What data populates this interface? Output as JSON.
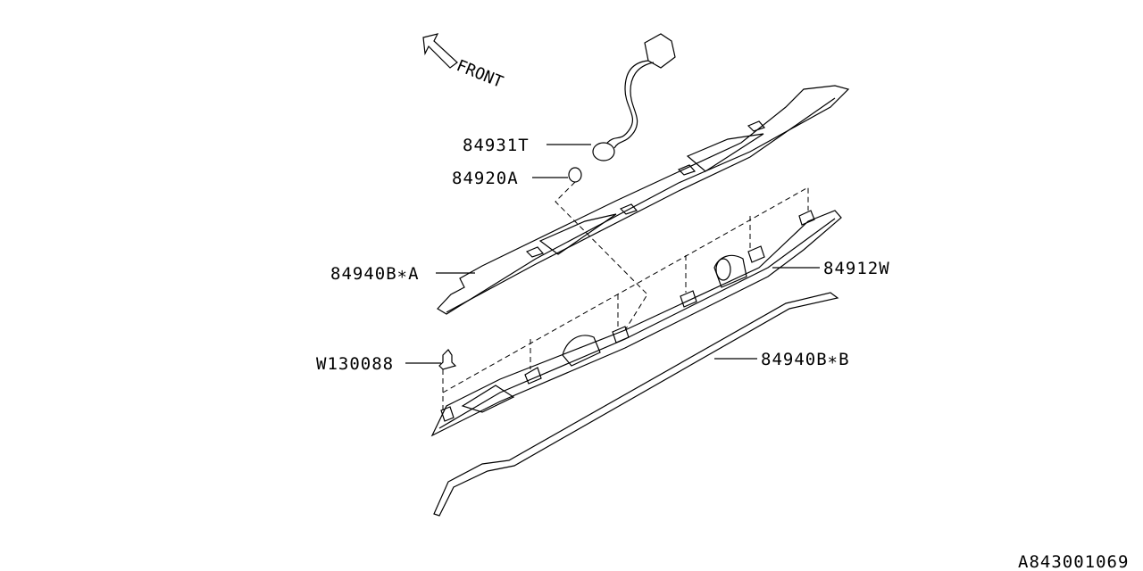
{
  "diagram": {
    "front_label": "FRONT",
    "parts": [
      {
        "number": "84931T"
      },
      {
        "number": "84920A"
      },
      {
        "number": "84940B∗A"
      },
      {
        "number": "84912W"
      },
      {
        "number": "W130088"
      },
      {
        "number": "84940B∗B"
      }
    ],
    "diagram_id": "A843001069"
  }
}
